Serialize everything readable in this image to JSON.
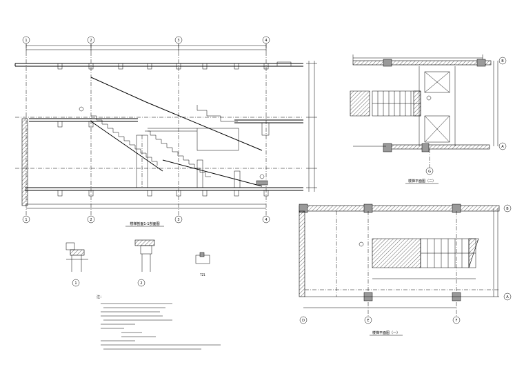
{
  "drawing": {
    "section_view": {
      "axes": [
        "1",
        "2",
        "3",
        "4"
      ],
      "title": "楼梯剖面1-1剖面图"
    },
    "plan_upper": {
      "row_axes": [
        "B",
        "A"
      ],
      "col_axis": "G",
      "title": "楼梯平面图（二）"
    },
    "plan_lower": {
      "row_axes": [
        "B",
        "A"
      ],
      "col_axes": [
        "D",
        "E",
        "F"
      ],
      "title": "楼梯平面图（一）"
    },
    "details": {
      "labels": [
        "1",
        "2"
      ],
      "small_label": "TZ1"
    },
    "notes": {
      "heading": "注："
    }
  }
}
